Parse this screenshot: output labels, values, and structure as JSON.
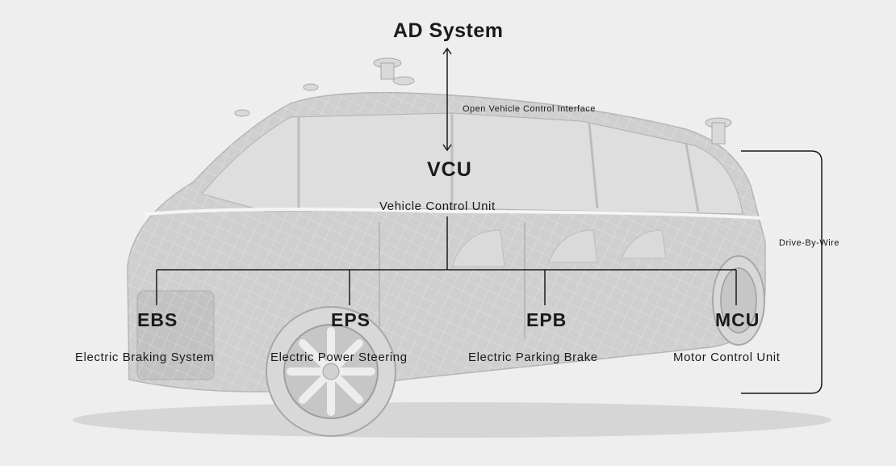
{
  "ad_system": {
    "label": "AD System"
  },
  "interface": {
    "label": "Open Vehicle Control Interface"
  },
  "vcu": {
    "abbr": "VCU",
    "full": "Vehicle Control Unit"
  },
  "drive_by_wire": {
    "label": "Drive-By-Wire"
  },
  "subsystems": [
    {
      "abbr": "EBS",
      "full": "Electric Braking System"
    },
    {
      "abbr": "EPS",
      "full": "Electric Power Steering"
    },
    {
      "abbr": "EPB",
      "full": "Electric Parking Brake"
    },
    {
      "abbr": "MCU",
      "full": "Motor Control Unit"
    }
  ],
  "colors": {
    "background": "#eeeeee",
    "vehicle_body": "#c9c9c9",
    "vehicle_glass": "#dcdcdc",
    "lines": "#1a1a1a"
  }
}
